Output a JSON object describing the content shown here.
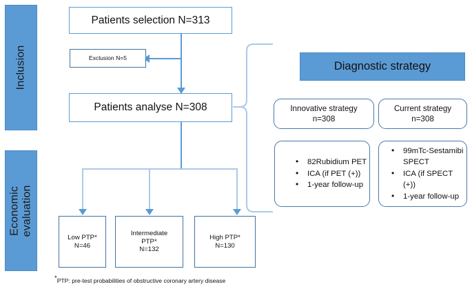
{
  "diagram": {
    "type": "flowchart",
    "title": "Patient selection and diagnostic strategy flow diagram",
    "phases": [
      {
        "id": "inclusion",
        "label": "Inclusion"
      },
      {
        "id": "economic-evaluation",
        "label": "Economic evaluation"
      }
    ],
    "nodes": {
      "patients_selection": "Patients selection N=313",
      "exclusion": "Exclusion N=5",
      "patients_analyse": "Patients analyse N=308",
      "low_ptp_line1": "Low PTP*",
      "low_ptp_line2": "N=46",
      "intermediate_ptp_line1": "Intermediate",
      "intermediate_ptp_line2": "PTP*",
      "intermediate_ptp_line3": "N=132",
      "high_ptp_line1": "High PTP*",
      "high_ptp_line2": "N=130"
    },
    "strategy_panel": {
      "banner": "Diagnostic strategy",
      "columns": [
        {
          "id": "innovative",
          "header_line1": "Innovative strategy",
          "header_line2": "n=308",
          "items": [
            "82Rubidium PET",
            "ICA (if PET (+))",
            "1-year follow-up"
          ]
        },
        {
          "id": "current",
          "header_line1": "Current strategy",
          "header_line2": "n=308",
          "items": [
            "99mTc-Sestamibi SPECT",
            "ICA (if SPECT (+))",
            "1-year follow-up"
          ]
        }
      ]
    },
    "footnote": {
      "marker": "*",
      "text": "PTP: pre-test probabilities of obstructive coronary artery disease"
    },
    "colors": {
      "accent_blue": "#5B9BD5",
      "border_blue": "#4878A8",
      "pale_connector": "#ACC9E8",
      "text": "#111111",
      "background": "#FFFFFF"
    }
  }
}
